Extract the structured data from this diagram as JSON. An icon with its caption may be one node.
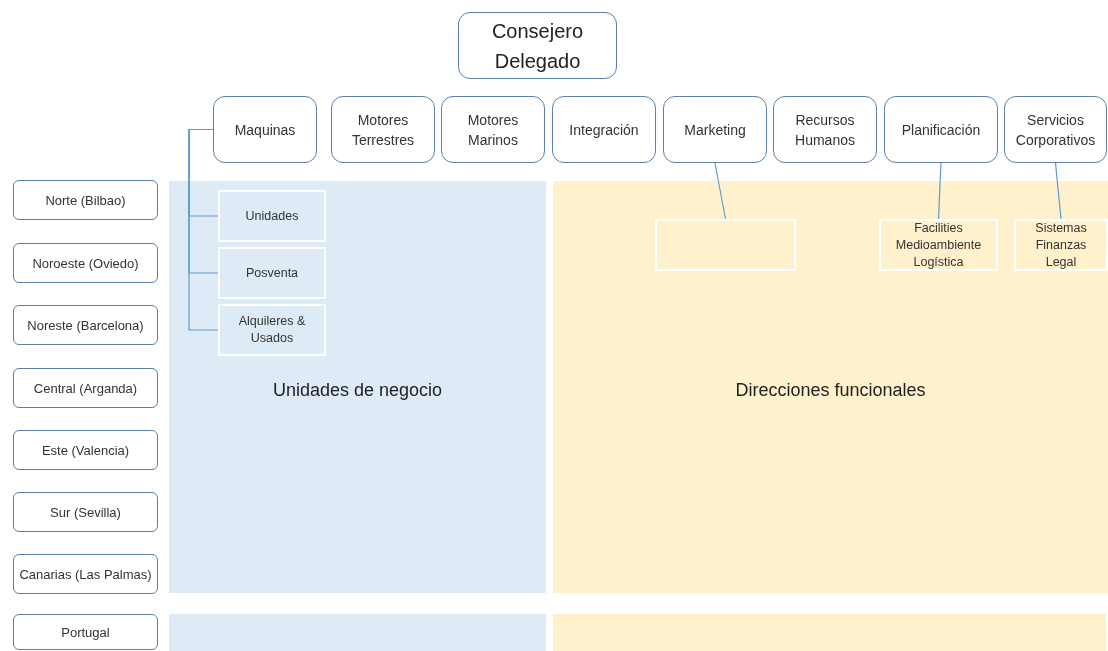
{
  "diagram": {
    "nodes": [
      {
        "text": [
          "Consejero Delegado"
        ]
      },
      {
        "text": [
          "Maquinas"
        ]
      },
      {
        "text": [
          "Motores Terrestres"
        ]
      },
      {
        "text": [
          "Motores Marinos"
        ]
      },
      {
        "text": [
          "Integración"
        ]
      },
      {
        "text": [
          "Marketing"
        ]
      },
      {
        "text": [
          "Recursos Humanos"
        ]
      },
      {
        "text": [
          "Planificación"
        ]
      },
      {
        "text": [
          "Servicios Corporativos"
        ]
      },
      {
        "text": [
          "Norte (Bilbao)"
        ]
      },
      {
        "text": [
          "Noroeste (Oviedo)"
        ]
      },
      {
        "text": [
          "Noreste (Barcelona)"
        ]
      },
      {
        "text": [
          "Central (Arganda)"
        ]
      },
      {
        "text": [
          "Este (Valencia)"
        ]
      },
      {
        "text": [
          "Sur (Sevilla)"
        ]
      },
      {
        "text": [
          "Canarias (Las Palmas)"
        ]
      },
      {
        "text": [
          "Portugal"
        ]
      },
      {
        "text": [
          "Unidades de negocio"
        ]
      },
      {
        "text": [
          "Direcciones funcionales"
        ]
      },
      {
        "text": [],
        "shape": "bar"
      },
      {
        "text": [],
        "shape": "bar"
      },
      {
        "text": [
          "Unidades"
        ],
        "in": 17
      },
      {
        "text": [
          "Posventa"
        ],
        "in": 17
      },
      {
        "text": [
          "Alquileres & Usados"
        ],
        "in": 17
      },
      {
        "text": [],
        "shape": "box",
        "in": 18
      },
      {
        "text": [
          "Facilities Medioambiente Logística"
        ],
        "in": 18
      },
      {
        "text": [
          "Sistemas Finanzas Legal"
        ],
        "in": 18
      }
    ],
    "edges": [
      {
        "from": 1,
        "to": 21,
        "arrow": "none"
      },
      {
        "from": 1,
        "to": 22,
        "arrow": "none"
      },
      {
        "from": 1,
        "to": 23,
        "arrow": "none"
      },
      {
        "from": 5,
        "to": 24,
        "arrow": "none"
      },
      {
        "from": 7,
        "to": 25,
        "arrow": "none"
      },
      {
        "from": 8,
        "to": 26,
        "arrow": "none"
      }
    ]
  }
}
